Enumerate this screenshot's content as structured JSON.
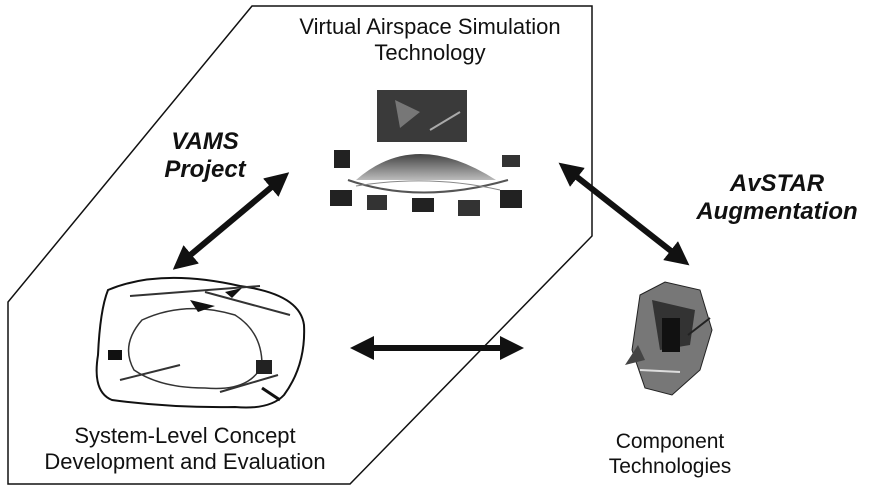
{
  "labels": {
    "top_node": "Virtual Airspace Simulation\nTechnology",
    "left_node": "System-Level Concept\nDevelopment and Evaluation",
    "right_node": "Component\nTechnologies",
    "vams": "VAMS\nProject",
    "avstar": "AvSTAR\nAugmentation"
  },
  "colors": {
    "ink": "#111111",
    "background": "#ffffff"
  }
}
